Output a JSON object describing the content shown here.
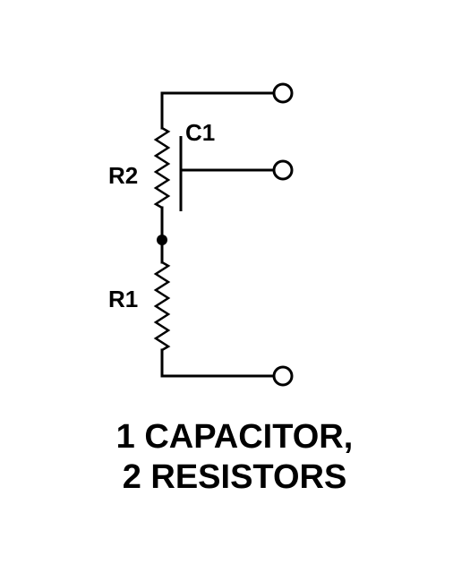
{
  "diagram": {
    "components": [
      {
        "id": "C1",
        "label": "C1",
        "kind": "capacitor"
      },
      {
        "id": "R2",
        "label": "R2",
        "kind": "resistor"
      },
      {
        "id": "R1",
        "label": "R1",
        "kind": "resistor"
      }
    ],
    "terminals": [
      "top",
      "middle",
      "bottom"
    ],
    "caption": {
      "line1": "1 CAPACITOR,",
      "line2": "2 RESISTORS"
    }
  }
}
